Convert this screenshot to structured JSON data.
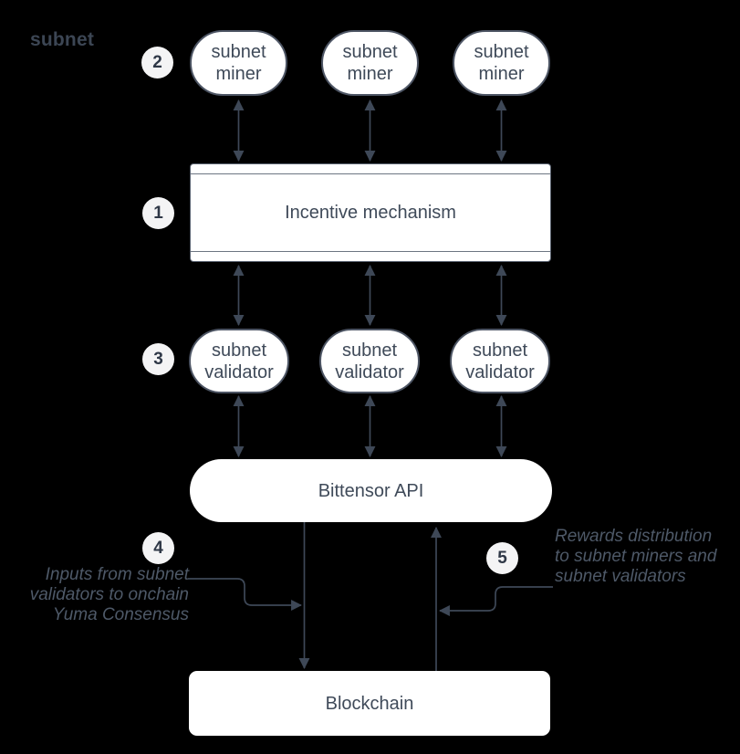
{
  "title": "subnet",
  "colors": {
    "background": "#000000",
    "shape_fill": "#ffffff",
    "shape_border": "#4d5564",
    "node_text": "#3f4a59",
    "arrow": "#3e4857",
    "badge_fill": "#f4f4f5",
    "badge_text": "#2f3847",
    "annotation_text": "#4e5968",
    "title_text": "#3c4654"
  },
  "badges": {
    "b1": "1",
    "b2": "2",
    "b3": "3",
    "b4": "4",
    "b5": "5"
  },
  "nodes": {
    "miners": [
      "subnet miner",
      "subnet miner",
      "subnet miner"
    ],
    "incentive": "Incentive mechanism",
    "validators": [
      "subnet validator",
      "subnet validator",
      "subnet validator"
    ],
    "api": "Bittensor API",
    "blockchain": "Blockchain"
  },
  "annotations": {
    "inputs": "Inputs from subnet\nvalidators to onchain\nYuma Consensus",
    "rewards": "Rewards distribution\nto subnet miners and\nsubnet validators"
  }
}
